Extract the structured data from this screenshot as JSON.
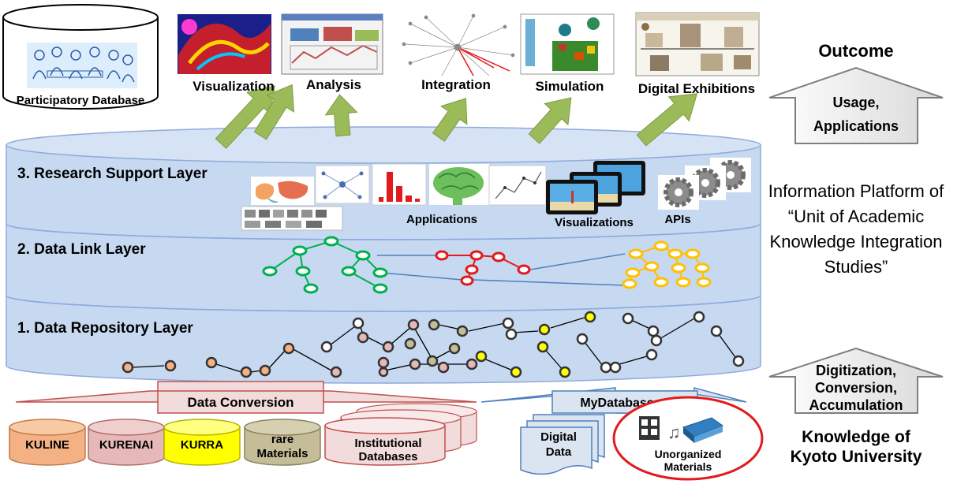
{
  "top": {
    "participatory_db": "Participatory Database",
    "outputs": [
      "Visualization",
      "Analysis",
      "Integration",
      "Simulation",
      "Digital Exhibitions"
    ],
    "outcome": "Outcome",
    "usage_line1": "Usage,",
    "usage_line2": "Applications"
  },
  "layers": {
    "layer3": "3. Research Support Layer",
    "layer2": "2. Data Link Layer",
    "layer1": "1. Data Repository Layer",
    "applications": "Applications",
    "visualizations": "Visualizations",
    "apis": "APIs"
  },
  "platform": {
    "line1": "Information Platform of",
    "line2": "“Unit of Academic",
    "line3": "Knowledge Integration",
    "line4": "Studies”"
  },
  "bottom": {
    "data_conversion": "Data Conversion",
    "mydatabase": "MyDatabase",
    "sources": [
      {
        "line1": "KULINE",
        "line2": ""
      },
      {
        "line1": "KURENAI",
        "line2": ""
      },
      {
        "line1": "KURRA",
        "line2": ""
      },
      {
        "line1": "rare",
        "line2": "Materials"
      },
      {
        "line1": "Institutional",
        "line2": "Databases"
      }
    ],
    "digital_data_1": "Digital",
    "digital_data_2": "Data",
    "unorganized_1": "Unorganized",
    "unorganized_2": "Materials",
    "digitization_1": "Digitization,",
    "digitization_2": "Conversion,",
    "digitization_3": "Accumulation",
    "knowledge_1": "Knowledge of",
    "knowledge_2": "Kyoto University"
  },
  "colors": {
    "layer_fill": "#c6d9f1",
    "arrow_green": "#9bbb59",
    "green_node": "#00b050",
    "red_node": "#e31a1c",
    "yellow_node": "#ffc000",
    "pink_banner": "#f2dcdb",
    "kuline": "#f4b183",
    "kurenai": "#e6b9b8",
    "kurra": "#ffff00",
    "rare": "#c4bd97",
    "institutional": "#f2dcdb",
    "grey_arrow": "#e7e6e6",
    "ellipse_red": "#e31a1c"
  },
  "icons": {
    "thumbnails": [
      "heatmap-thumbnail-icon",
      "analysis-window-icon",
      "network-graph-icon",
      "3d-simulation-icon",
      "exhibition-timeline-icon"
    ],
    "participants": "participants-drawing-icon",
    "apps": [
      "world-map-icon",
      "network-app-icon",
      "bar-chart-icon",
      "brain-map-icon",
      "route-map-icon",
      "timeline-strip-icon"
    ],
    "tablets": "tablet-visualization-icon",
    "gears": "gear-icon",
    "materials": [
      "film-reel-icon",
      "book-icon"
    ]
  }
}
